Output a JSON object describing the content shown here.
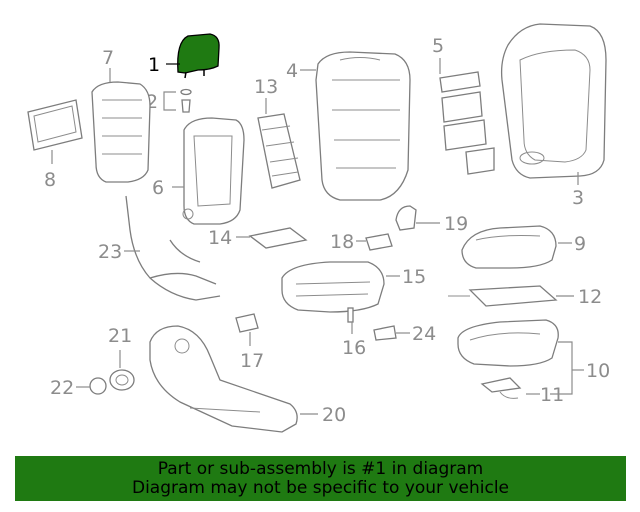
{
  "banner": {
    "line1": "Part or sub-assembly is #1 in diagram",
    "line2": "Diagram may not be specific to your vehicle"
  },
  "colors": {
    "highlight": "#1f7a12",
    "label_gray": "#8c8c8c",
    "outline_gray": "#7d7d7d"
  },
  "callouts": {
    "c1": "1",
    "c2": "2",
    "c3": "3",
    "c4": "4",
    "c5": "5",
    "c6": "6",
    "c7": "7",
    "c8": "8",
    "c9": "9",
    "c10": "10",
    "c11": "11",
    "c12": "12",
    "c13": "13",
    "c14": "14",
    "c15": "15",
    "c16": "16",
    "c17": "17",
    "c18": "18",
    "c19": "19",
    "c20": "20",
    "c21": "21",
    "c22": "22",
    "c23": "23",
    "c24": "24"
  },
  "highlighted_part": "1"
}
